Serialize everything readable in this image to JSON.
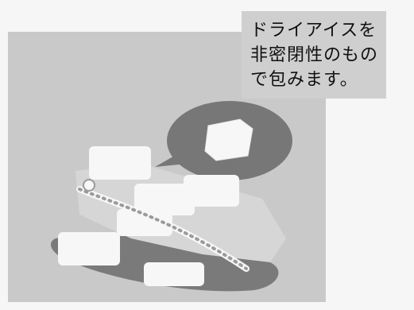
{
  "caption": {
    "lines": [
      "ドライアイスを",
      "非密閉性のもの",
      "で包みます。"
    ]
  },
  "colors": {
    "panel": "#c9c9c9",
    "caption_bg": "#cfcfcf",
    "shadow": "#7a7a7a",
    "bubble": "#777777",
    "block": "#f7f7f7"
  },
  "icons": {
    "speech_bubble": "speech-bubble-icon",
    "dry_ice_wrapped": "dry-ice-package-icon",
    "zipper": "zipper-icon"
  }
}
